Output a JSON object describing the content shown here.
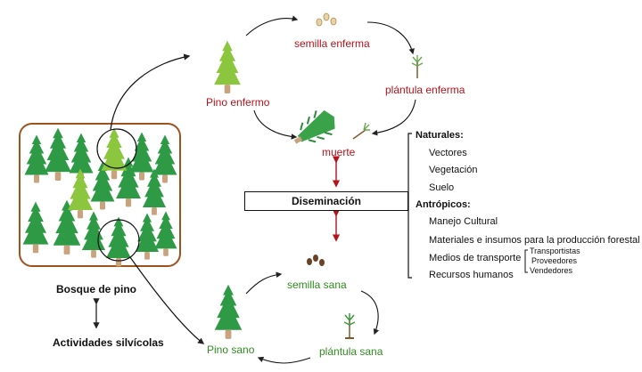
{
  "forest": {
    "label": "Bosque de pino"
  },
  "activities": {
    "label": "Actividades silvícolas"
  },
  "diseased_cycle": {
    "seed": "semilla enferma",
    "seedling": "plántula enferma",
    "pine": "Pino enfermo",
    "death": "muerte"
  },
  "healthy_cycle": {
    "seed": "semilla sana",
    "seedling": "plántula sana",
    "pine": "Pino sano"
  },
  "dissemination": "Diseminación",
  "factors": {
    "natural_title": "Naturales:",
    "natural": [
      "Vectores",
      "Vegetación",
      "Suelo"
    ],
    "anthropic_title": "Antrópicos:",
    "anthropic": [
      "Manejo Cultural",
      "Materiales e insumos para la producción forestal",
      "Medios de transporte",
      "Recursos humanos"
    ],
    "transport_sub": [
      "Transportistas",
      "Proveedores",
      "Vendedores"
    ]
  },
  "colors": {
    "disease_red": "#b5121b",
    "healthy_green": "#2e8b1e",
    "pine_green": "#2f9a45",
    "sick_pine": "#8cc63f",
    "trunk": "#c9a27e",
    "frame": "#a0521d"
  }
}
